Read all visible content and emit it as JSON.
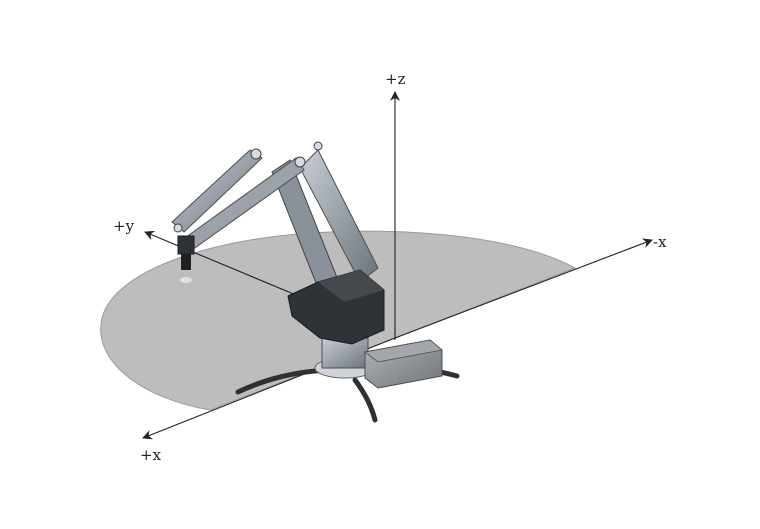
{
  "axes": {
    "z": {
      "label": "+z"
    },
    "y": {
      "label": "+y"
    },
    "neg_x": {
      "label": "-x"
    },
    "x": {
      "label": "+x"
    }
  },
  "colors": {
    "workspace_fill": "#bdbdbd",
    "workspace_stroke": "#9a9a9a",
    "axis_line": "#222222",
    "arm_light": "#a9b0b8",
    "arm_mid": "#7d848c",
    "arm_dark": "#3a3d42",
    "base_box": "#8e9196"
  },
  "icons": {
    "robot": "robotic-arm-icon"
  }
}
